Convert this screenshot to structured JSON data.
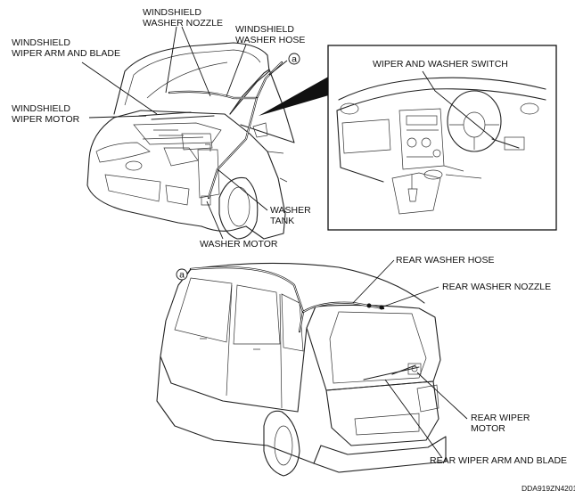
{
  "labels": {
    "windshield_washer_nozzle": [
      "WINDSHIELD",
      "WASHER NOZZLE"
    ],
    "windshield_washer_hose": [
      "WINDSHIELD",
      "WASHER HOSE"
    ],
    "windshield_wiper_arm_blade": [
      "WINDSHIELD",
      "WIPER ARM AND BLADE"
    ],
    "windshield_wiper_motor": [
      "WINDSHIELD",
      "WIPER MOTOR"
    ],
    "washer_tank": [
      "WASHER",
      "TANK"
    ],
    "washer_motor": "WASHER MOTOR",
    "wiper_washer_switch": "WIPER AND WASHER SWITCH",
    "rear_washer_hose": "REAR WASHER HOSE",
    "rear_washer_nozzle": "REAR WASHER NOZZLE",
    "rear_wiper_motor": [
      "REAR WIPER",
      "MOTOR"
    ],
    "rear_wiper_arm_blade": "REAR WIPER ARM AND BLADE"
  },
  "connection_marker": "a",
  "figure_code": "DDA919ZN4201"
}
